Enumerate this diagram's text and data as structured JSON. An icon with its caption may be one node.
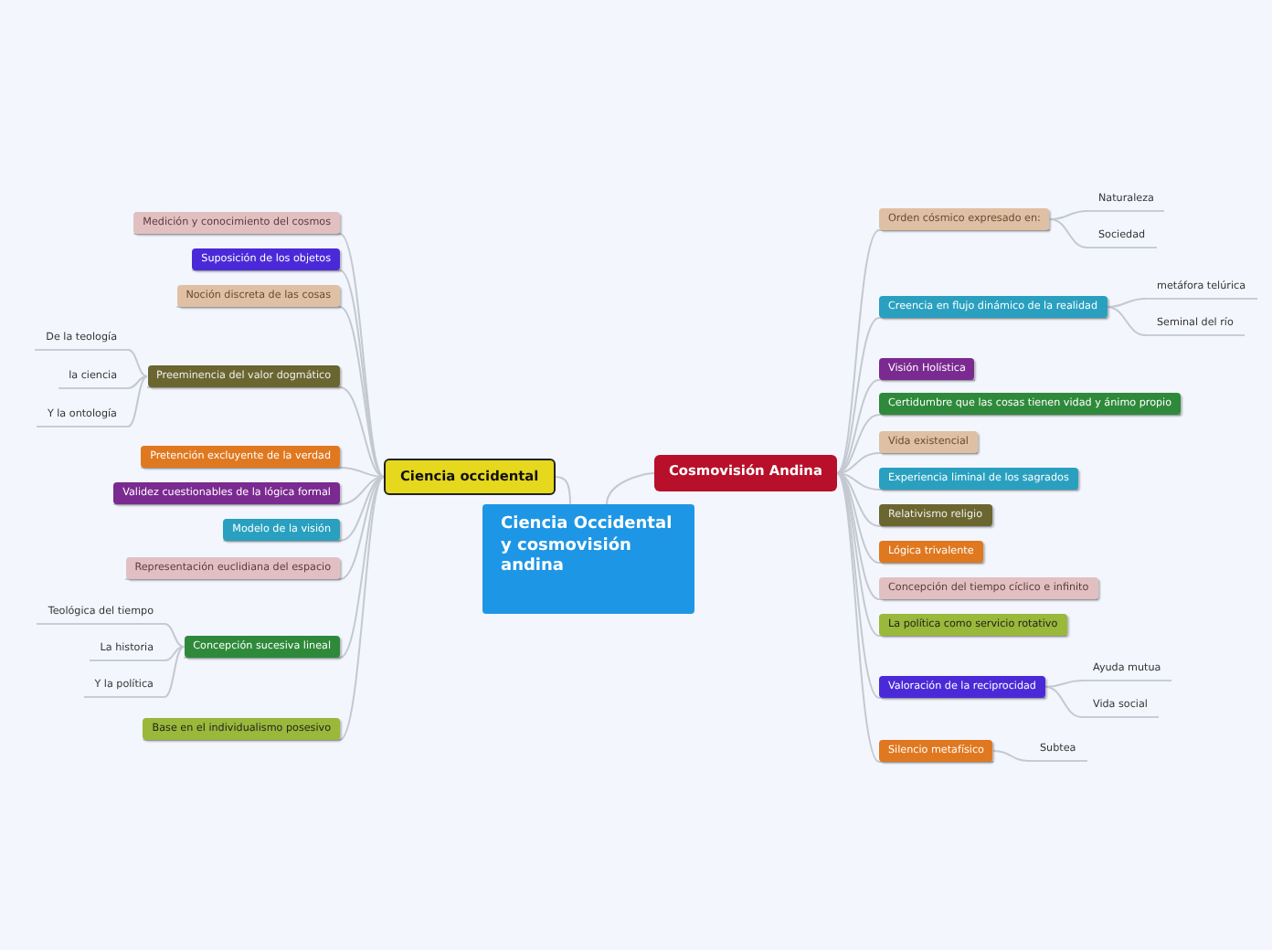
{
  "diagram": {
    "nodes": [
      {
        "text": [
          "Ciencia Occidental y cosmovisión andina"
        ]
      },
      {
        "text": [
          "Ciencia occidental"
        ]
      },
      {
        "text": [
          "Cosmovisión Andina"
        ]
      },
      {
        "text": [
          "Medición y conocimiento del cosmos"
        ]
      },
      {
        "text": [
          "Suposición de los objetos"
        ]
      },
      {
        "text": [
          "Noción discreta de las cosas"
        ]
      },
      {
        "text": [
          "Preeminencia del valor dogmático"
        ]
      },
      {
        "text": [
          "De la teología"
        ]
      },
      {
        "text": [
          "la ciencia"
        ]
      },
      {
        "text": [
          "Y la ontología"
        ]
      },
      {
        "text": [
          "Pretención excluyente de la verdad"
        ]
      },
      {
        "text": [
          "Validez cuestionables de la lógica formal"
        ]
      },
      {
        "text": [
          "Modelo de la visión"
        ]
      },
      {
        "text": [
          "Representación euclidiana del espacio"
        ]
      },
      {
        "text": [
          "Concepción sucesiva lineal"
        ]
      },
      {
        "text": [
          "Teológica del tiempo"
        ]
      },
      {
        "text": [
          "La historia"
        ]
      },
      {
        "text": [
          "Y la política"
        ]
      },
      {
        "text": [
          "Base en el individualismo posesivo"
        ]
      },
      {
        "text": [
          "Orden cósmico expresado en:"
        ]
      },
      {
        "text": [
          "Naturaleza"
        ]
      },
      {
        "text": [
          "Sociedad"
        ]
      },
      {
        "text": [
          "Creencia en flujo dinámico de la realidad"
        ]
      },
      {
        "text": [
          "metáfora telúrica"
        ]
      },
      {
        "text": [
          "Seminal del río"
        ]
      },
      {
        "text": [
          "Visión Holística"
        ]
      },
      {
        "text": [
          "Certidumbre que las cosas tienen vidad y ánimo propio"
        ]
      },
      {
        "text": [
          "Vida existencial"
        ]
      },
      {
        "text": [
          "Experiencia liminal de los sagrados"
        ]
      },
      {
        "text": [
          "Relativismo religio"
        ]
      },
      {
        "text": [
          "Lógica trivalente"
        ]
      },
      {
        "text": [
          "Concepción del tiempo cíclico e infinito"
        ]
      },
      {
        "text": [
          "La política como servicio rotativo"
        ]
      },
      {
        "text": [
          "Valoración de la reciprocidad"
        ]
      },
      {
        "text": [
          "Ayuda mutua"
        ]
      },
      {
        "text": [
          "Vida social"
        ]
      },
      {
        "text": [
          "Silencio metafísico"
        ]
      },
      {
        "text": [
          "Subtea"
        ]
      }
    ],
    "edges": [
      {
        "from": 0,
        "to": 1,
        "arrow": "none"
      },
      {
        "from": 0,
        "to": 2,
        "arrow": "none"
      },
      {
        "from": 1,
        "to": 3,
        "arrow": "none"
      },
      {
        "from": 1,
        "to": 4,
        "arrow": "none"
      },
      {
        "from": 1,
        "to": 5,
        "arrow": "none"
      },
      {
        "from": 1,
        "to": 6,
        "arrow": "none"
      },
      {
        "from": 6,
        "to": 7,
        "arrow": "none"
      },
      {
        "from": 6,
        "to": 8,
        "arrow": "none"
      },
      {
        "from": 6,
        "to": 9,
        "arrow": "none"
      },
      {
        "from": 1,
        "to": 10,
        "arrow": "none"
      },
      {
        "from": 1,
        "to": 11,
        "arrow": "none"
      },
      {
        "from": 1,
        "to": 12,
        "arrow": "none"
      },
      {
        "from": 1,
        "to": 13,
        "arrow": "none"
      },
      {
        "from": 1,
        "to": 14,
        "arrow": "none"
      },
      {
        "from": 14,
        "to": 15,
        "arrow": "none"
      },
      {
        "from": 14,
        "to": 16,
        "arrow": "none"
      },
      {
        "from": 14,
        "to": 17,
        "arrow": "none"
      },
      {
        "from": 1,
        "to": 18,
        "arrow": "none"
      },
      {
        "from": 2,
        "to": 19,
        "arrow": "none"
      },
      {
        "from": 19,
        "to": 20,
        "arrow": "none"
      },
      {
        "from": 19,
        "to": 21,
        "arrow": "none"
      },
      {
        "from": 2,
        "to": 22,
        "arrow": "none"
      },
      {
        "from": 22,
        "to": 23,
        "arrow": "none"
      },
      {
        "from": 22,
        "to": 24,
        "arrow": "none"
      },
      {
        "from": 2,
        "to": 25,
        "arrow": "none"
      },
      {
        "from": 2,
        "to": 26,
        "arrow": "none"
      },
      {
        "from": 2,
        "to": 27,
        "arrow": "none"
      },
      {
        "from": 2,
        "to": 28,
        "arrow": "none"
      },
      {
        "from": 2,
        "to": 29,
        "arrow": "none"
      },
      {
        "from": 2,
        "to": 30,
        "arrow": "none"
      },
      {
        "from": 2,
        "to": 31,
        "arrow": "none"
      },
      {
        "from": 2,
        "to": 32,
        "arrow": "none"
      },
      {
        "from": 2,
        "to": 33,
        "arrow": "none"
      },
      {
        "from": 33,
        "to": 34,
        "arrow": "none"
      },
      {
        "from": 33,
        "to": 35,
        "arrow": "none"
      },
      {
        "from": 2,
        "to": 36,
        "arrow": "none"
      },
      {
        "from": 36,
        "to": 37,
        "arrow": "none"
      }
    ]
  }
}
